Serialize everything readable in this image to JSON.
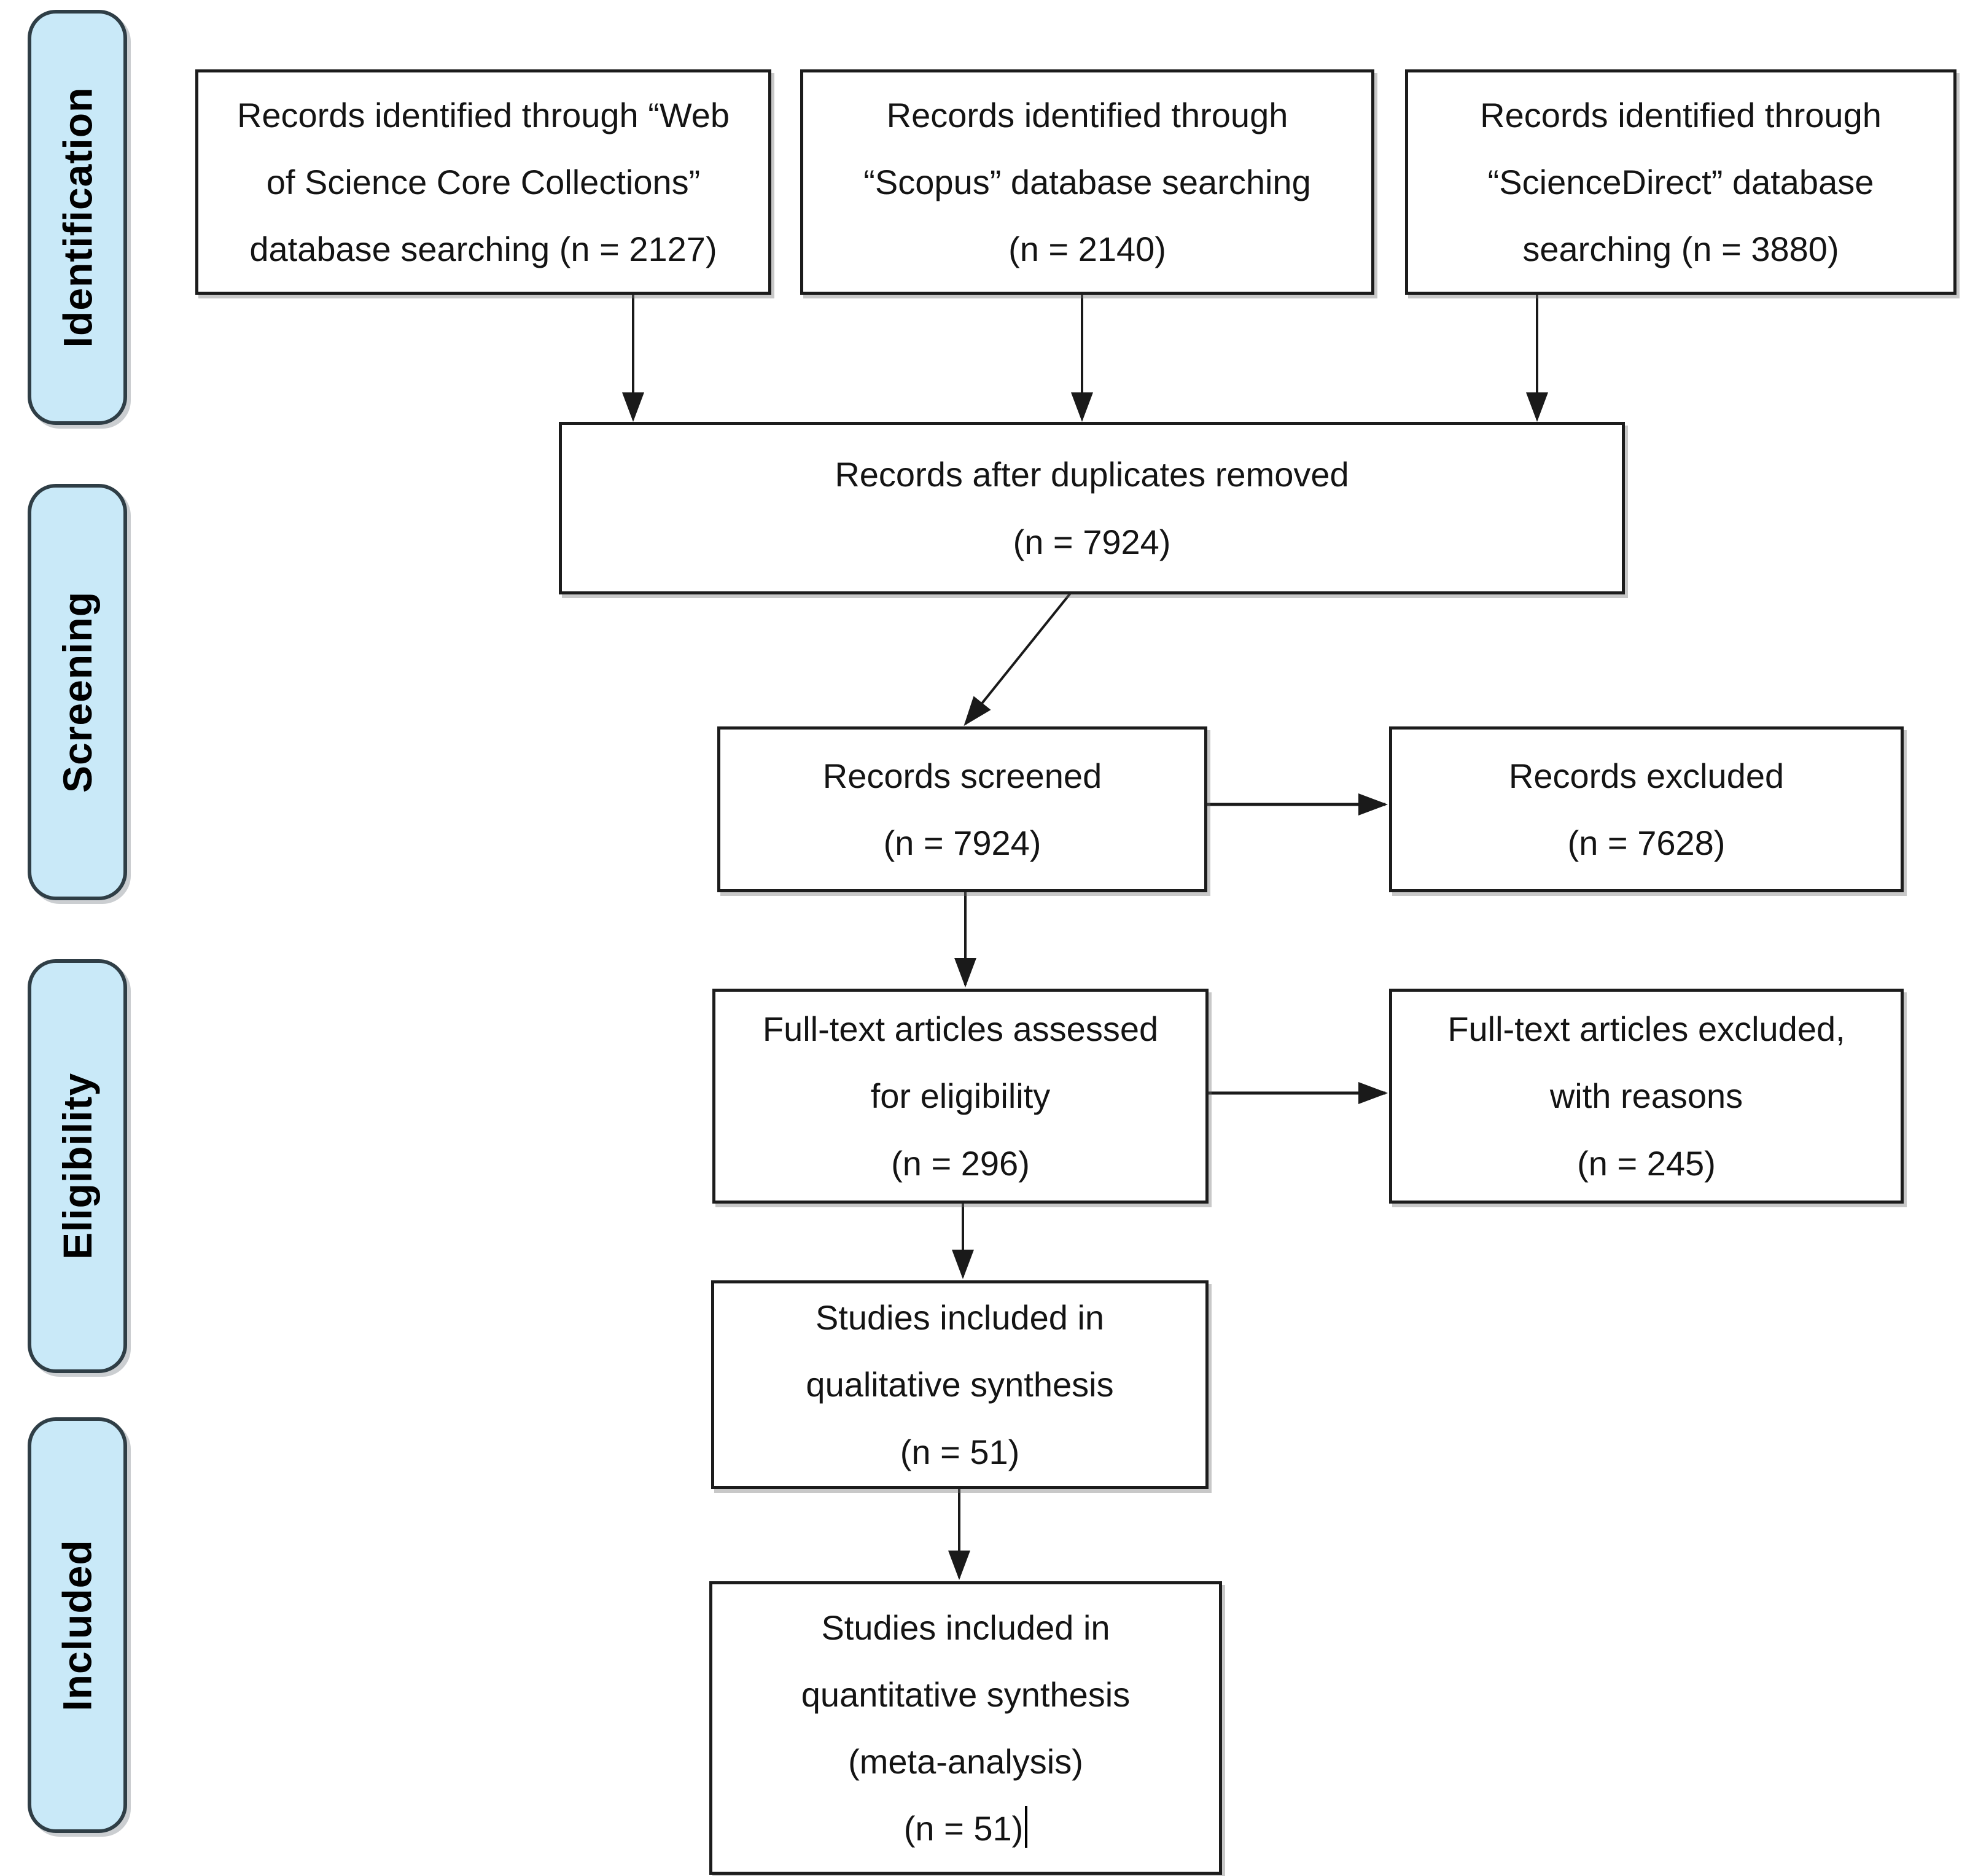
{
  "diagram": {
    "stages": [
      {
        "label": "Identification"
      },
      {
        "label": "Screening"
      },
      {
        "label": "Eligibility"
      },
      {
        "label": "Included"
      }
    ],
    "nodes": {
      "wos": {
        "lines": [
          "Records identified through “Web",
          "of Science Core Collections”",
          "database searching (n = 2127)"
        ],
        "n": 2127
      },
      "scopus": {
        "lines": [
          "Records identified through",
          "“Scopus” database searching",
          "(n = 2140)"
        ],
        "n": 2140
      },
      "sciencedirect": {
        "lines": [
          "Records identified through",
          "“ScienceDirect” database",
          "searching (n = 3880)"
        ],
        "n": 3880
      },
      "duplicates": {
        "lines": [
          "Records after duplicates removed",
          "(n = 7924)"
        ],
        "n": 7924
      },
      "screened": {
        "lines": [
          "Records screened",
          "(n = 7924)"
        ],
        "n": 7924
      },
      "excluded": {
        "lines": [
          "Records excluded",
          "(n = 7628)"
        ],
        "n": 7628
      },
      "fulltext": {
        "lines": [
          "Full-text articles assessed",
          "for eligibility",
          "(n = 296)"
        ],
        "n": 296
      },
      "fulltext_excluded": {
        "lines": [
          "Full-text articles excluded,",
          "with reasons",
          "(n = 245)"
        ],
        "n": 245
      },
      "qualitative": {
        "lines": [
          "Studies included in",
          "qualitative synthesis",
          "(n = 51)"
        ],
        "n": 51
      },
      "quantitative": {
        "lines": [
          "Studies included in",
          "quantitative synthesis",
          "(meta-analysis)",
          "(n = 51)"
        ],
        "n": 51
      }
    },
    "colors": {
      "stage_fill": "#c9e9f8",
      "stage_border": "#2f3e46",
      "box_fill": "#ffffff",
      "box_border": "#1c1c1c",
      "arrow": "#1a1a1a",
      "text": "#141414"
    }
  }
}
